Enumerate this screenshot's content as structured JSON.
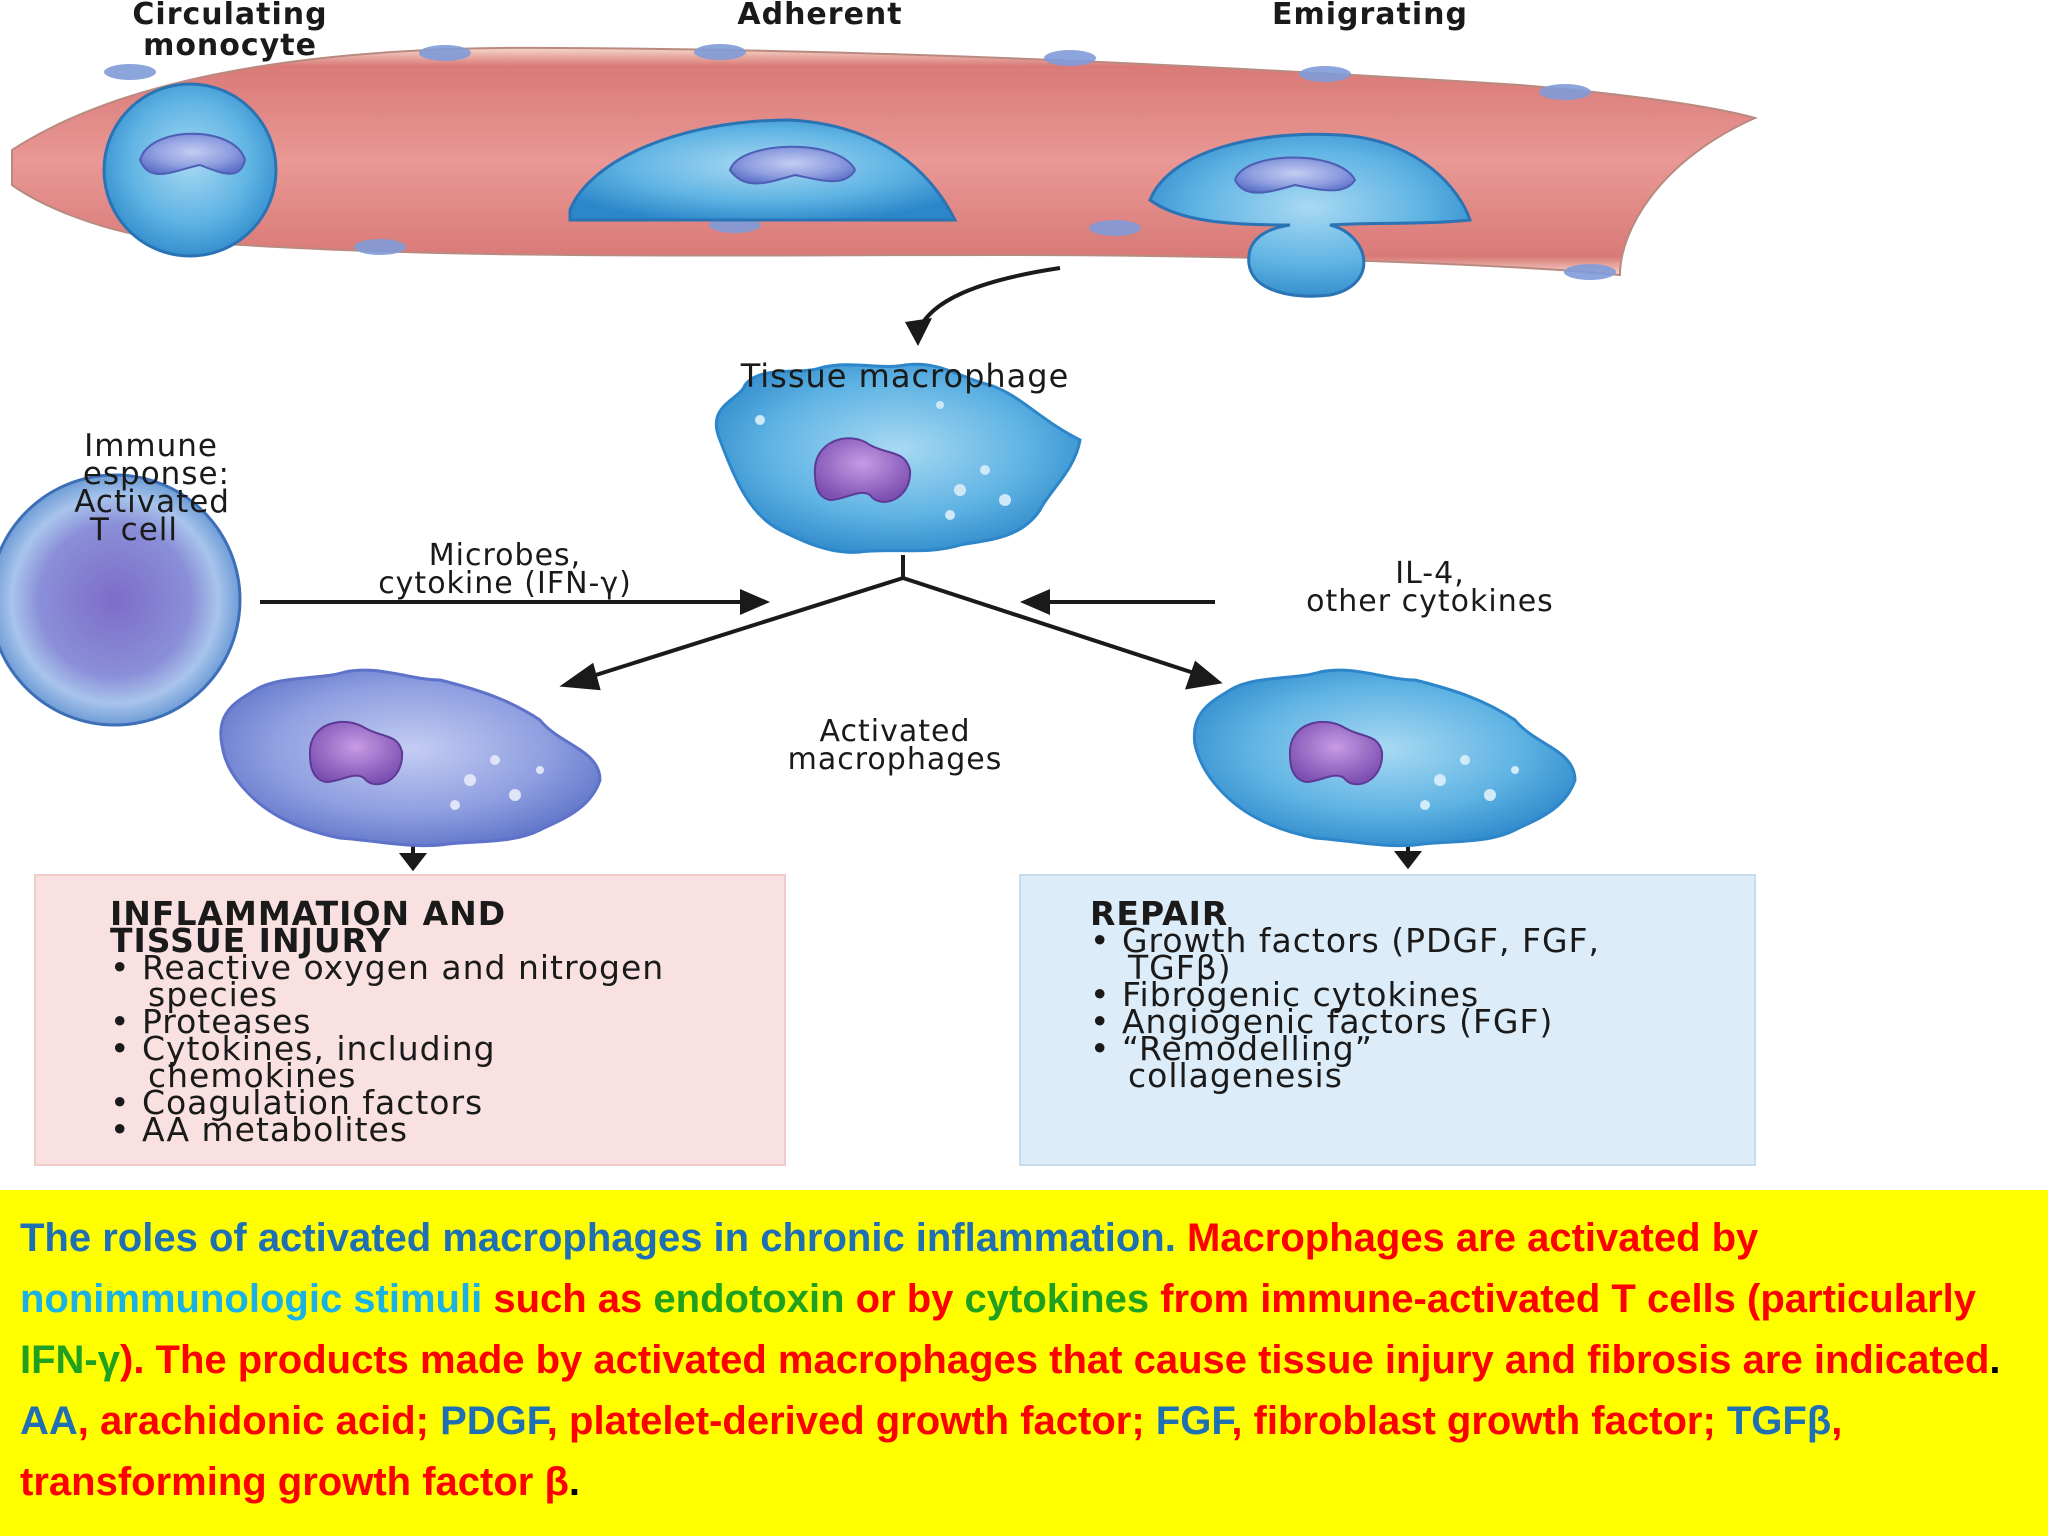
{
  "labels": {
    "circulating": "Circulating monocyte",
    "circulating_l1": "Circulating",
    "circulating_l2": "monocyte",
    "adherent": "Adherent",
    "emigrating": "Emigrating",
    "tissue_macrophage": "Tissue macrophage",
    "immune_l1": "Immune",
    "immune_l2": "esponse:",
    "immune_l3": "Activated",
    "immune_l4": "T cell",
    "microbes_l1": "Microbes,",
    "microbes_l2": "cytokine (IFN-γ)",
    "il4_l1": "IL-4,",
    "il4_l2": "other cytokines",
    "activated_l1": "Activated",
    "activated_l2": "macrophages"
  },
  "inflammation_box": {
    "heading_l1": "INFLAMMATION AND",
    "heading_l2": "TISSUE INJURY",
    "items": [
      "• Reactive oxygen and nitrogen species",
      "• Proteases",
      "• Cytokines, including chemokines",
      "• Coagulation factors",
      "• AA metabolites"
    ]
  },
  "repair_box": {
    "heading": "REPAIR",
    "items": [
      "• Growth factors (PDGF, FGF, TGFβ)",
      "• Fibrogenic cytokines",
      "• Angiogenic factors (FGF)",
      "• “Remodelling” collagenesis"
    ]
  },
  "caption": {
    "segments": [
      {
        "text": "The roles of activated macrophages in chronic inflammation",
        "color": "blue"
      },
      {
        "text": ". ",
        "color": "blue"
      },
      {
        "text": "Macrophages are activated by ",
        "color": "red"
      },
      {
        "text": "nonimmunologic stimuli",
        "color": "cyan"
      },
      {
        "text": " such as ",
        "color": "red"
      },
      {
        "text": "endotoxin",
        "color": "green"
      },
      {
        "text": " or by ",
        "color": "red"
      },
      {
        "text": "cytokines",
        "color": "green"
      },
      {
        "text": " from immune-activated T cells (particularly ",
        "color": "red"
      },
      {
        "text": "IFN-γ",
        "color": "green"
      },
      {
        "text": "). The products made by activated macrophages that cause tissue injury and fibrosis are indicated",
        "color": "red"
      },
      {
        "text": ". ",
        "color": "black"
      },
      {
        "text": "AA",
        "color": "blue"
      },
      {
        "text": ", arachidonic acid; ",
        "color": "red"
      },
      {
        "text": "PDGF",
        "color": "blue"
      },
      {
        "text": ", platelet-derived growth factor; ",
        "color": "red"
      },
      {
        "text": "FGF",
        "color": "blue"
      },
      {
        "text": ",",
        "color": "red"
      },
      {
        "text": " fibroblast growth factor; ",
        "color": "red"
      },
      {
        "text": "TGFβ",
        "color": "blue"
      },
      {
        "text": ", transforming growth factor β",
        "color": "red"
      },
      {
        "text": ".",
        "color": "black"
      }
    ]
  },
  "colors": {
    "blue": "#1f6fb5",
    "red": "#ff0000",
    "cyan": "#1ab2e6",
    "green": "#1fa01f",
    "black": "#000000",
    "caption_bg": "#ffff00"
  }
}
